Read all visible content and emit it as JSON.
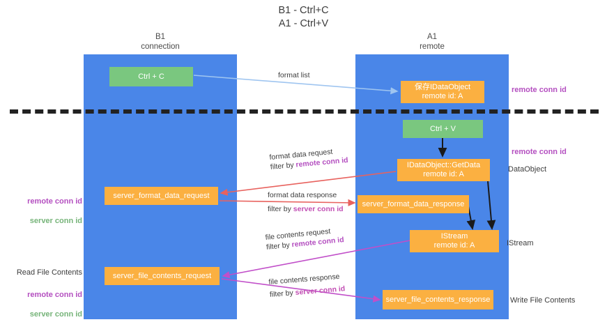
{
  "title": "B1 - Ctrl+C\nA1 - Ctrl+V",
  "columns": {
    "left": {
      "name": "B1",
      "role": "connection",
      "header": "B1\nconnection",
      "color": "#4a86e8"
    },
    "right": {
      "name": "A1",
      "role": "remote",
      "header": "A1\nremote",
      "color": "#4a86e8"
    }
  },
  "nodes": {
    "ctrl_c": {
      "label": "Ctrl + C",
      "color": "#7ac77f",
      "column": "left"
    },
    "idataobject": {
      "label": "保存IDataObject\nremote id: A",
      "color": "#fbb041",
      "column": "right"
    },
    "ctrl_v": {
      "label": "Ctrl + V",
      "color": "#7ac77f",
      "column": "right"
    },
    "getdata": {
      "label": "IDataObject::GetData\nremote id: A",
      "color": "#fbb041",
      "column": "right"
    },
    "server_format_data_request": {
      "label": "server_format_data_request",
      "color": "#fbb041",
      "column": "left"
    },
    "server_format_data_response": {
      "label": "server_format_data_response",
      "color": "#fbb041",
      "column": "right"
    },
    "istream": {
      "label": "IStream\nremote id: A",
      "color": "#fbb041",
      "column": "right"
    },
    "server_file_contents_request": {
      "label": "server_file_contents_request",
      "color": "#fbb041",
      "column": "left"
    },
    "server_file_contents_response": {
      "label": "server_file_contents_response",
      "color": "#fbb041",
      "column": "right"
    }
  },
  "edge_labels": {
    "format_list": "format list",
    "format_data_request": "format data request",
    "format_data_request_filter_prefix": "filter by ",
    "format_data_request_filter_value": "remote conn id",
    "format_data_response": "format data response",
    "format_data_response_filter_prefix": "filter by ",
    "format_data_response_filter_value": "server conn id",
    "file_contents_request": "file contents request",
    "file_contents_request_filter_prefix": "filter by ",
    "file_contents_request_filter_value": "remote conn id",
    "file_contents_response": "file contents response",
    "file_contents_response_filter_prefix": "filter by ",
    "file_contents_response_filter_value": "server conn id"
  },
  "annotations": {
    "right_remote_conn_id_top": "remote conn id",
    "right_remote_conn_id_mid": "remote conn id",
    "dataobject": "DataObject",
    "istream": "IStream",
    "write_file_contents": "Write File Contents",
    "read_file_contents": "Read File Contents",
    "left_remote_conn_id_1": "remote conn id",
    "left_server_conn_id_1": "server conn id",
    "left_remote_conn_id_2": "remote conn id",
    "left_server_conn_id_2": "server conn id"
  },
  "colors": {
    "lane": "#4a86e8",
    "node_green": "#7ac77f",
    "node_orange": "#fbb041",
    "purple": "#b44fc0",
    "green_text": "#76b479",
    "arrow_blue": "#9fc5f0",
    "arrow_red": "#e8625e",
    "arrow_magenta": "#c14fc9",
    "arrow_black": "#222222",
    "separator": "#222222",
    "background": "#ffffff"
  }
}
